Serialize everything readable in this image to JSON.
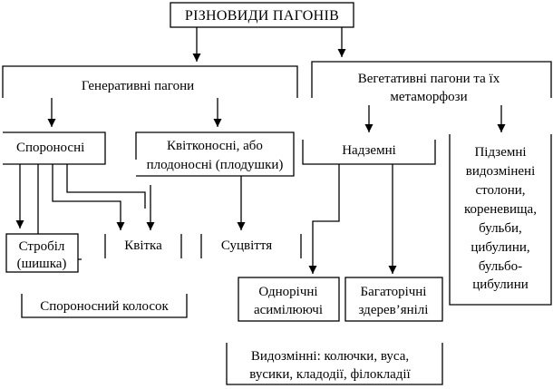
{
  "diagram": {
    "root": "РІЗНОВИДИ ПАГОНІВ",
    "generative": "Генеративні пагони",
    "vegetative": {
      "line1": "Вегетативні пагони та їх",
      "line2": "метаморфози"
    },
    "spore_bearing": "Спороносні",
    "flower_bearing": {
      "line1": "Квітконосні, або",
      "line2": "плодоносні (плодушки)"
    },
    "aboveground": "Надземні",
    "underground": {
      "line1": "Підземні",
      "line2": "видозмінені",
      "line3": "столони,",
      "line4": "кореневища,",
      "line5": "бульби,",
      "line6": "цибулини,",
      "line7": "бульбо-",
      "line8": "цибулини"
    },
    "strobilus": {
      "line1": "Стробіл",
      "line2": "(шишка)"
    },
    "flower": "Квітка",
    "inflorescence": "Суцвіття",
    "spore_spikelet": "Спороносний колосок",
    "annual": {
      "line1": "Однорічні",
      "line2": "асимілюючі"
    },
    "perennial": {
      "line1": "Багаторічні",
      "line2": "здерев’янілі"
    },
    "modified": {
      "line1": "Видозмінні: колючки, вуса,",
      "line2": "вусики, кладодії, філокладії"
    }
  }
}
